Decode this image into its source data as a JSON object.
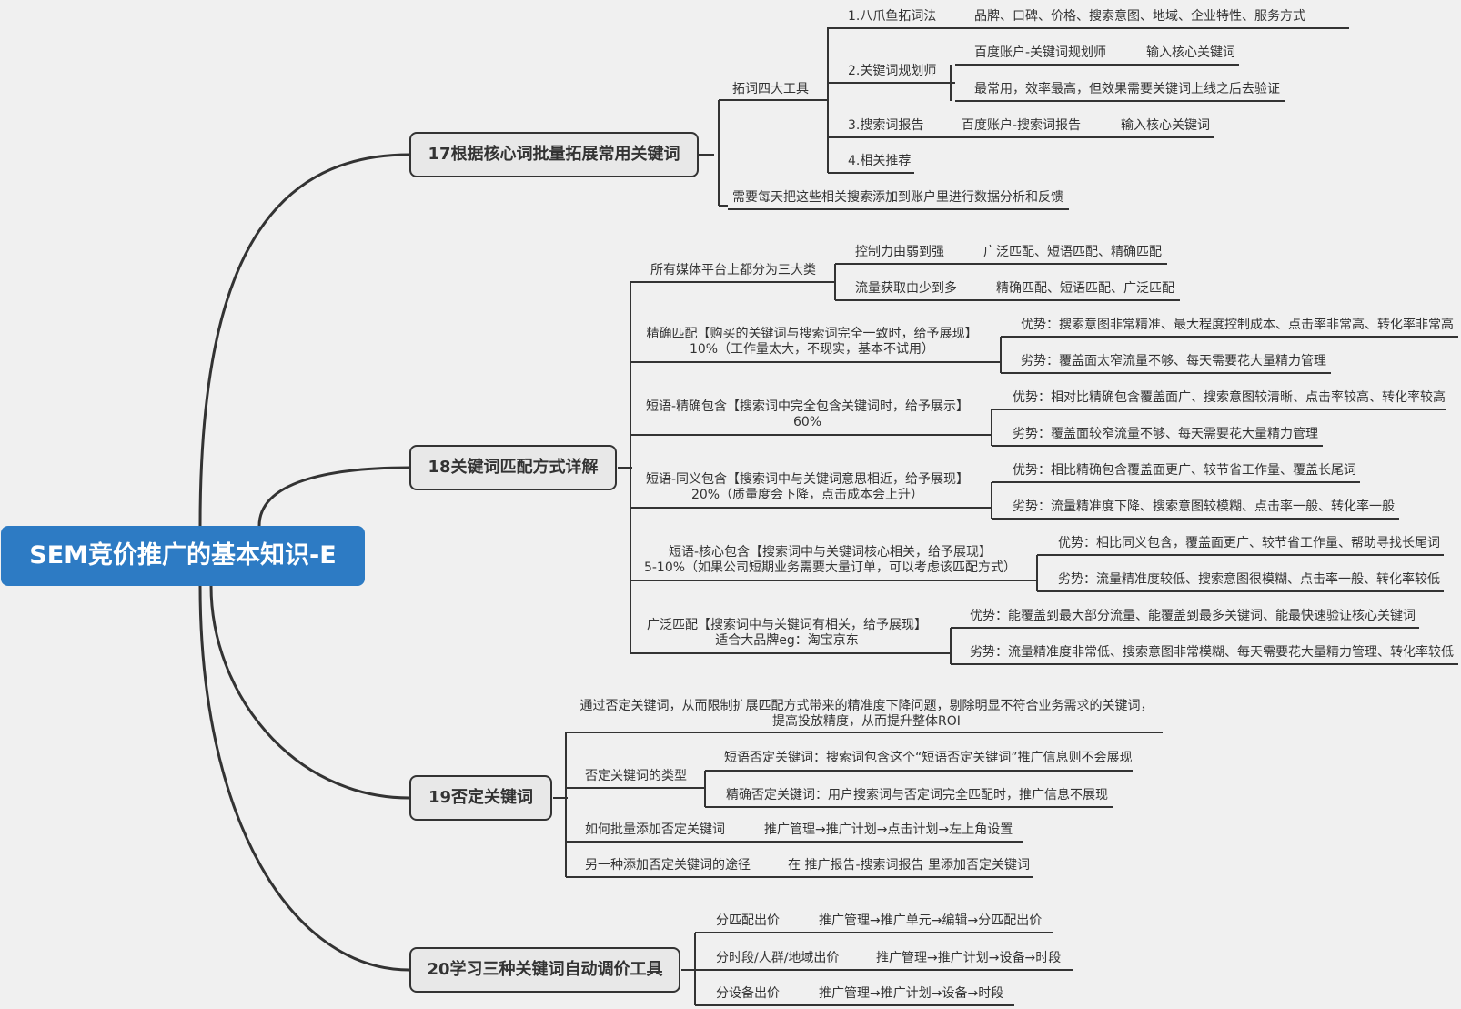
{
  "root": {
    "label": "SEM竞价推广的基本知识-E"
  },
  "branches": {
    "b17": {
      "label": "17根据核心词批量拓展常用关键词",
      "tools": "拓词四大工具",
      "t1": "1.八爪鱼拓词法",
      "t1_detail": "品牌、口碑、价格、搜索意图、地域、企业特性、服务方式",
      "t2": "2.关键词规划师",
      "t2_a": "百度账户-关键词规划师",
      "t2_a_detail": "输入核心关键词",
      "t2_b": "最常用，效率最高，但效果需要关键词上线之后去验证",
      "t3": "3.搜索词报告",
      "t3_a": "百度账户-搜索词报告",
      "t3_a_detail": "输入核心关键词",
      "t4": "4.相关推荐",
      "daily": "需要每天把这些相关搜索添加到账户里进行数据分析和反馈"
    },
    "b18": {
      "label": "18关键词匹配方式详解",
      "media": "所有媒体平台上都分为三大类",
      "control": "控制力由弱到强",
      "control_detail": "广泛匹配、短语匹配、精确匹配",
      "traffic": "流量获取由少到多",
      "traffic_detail": "精确匹配、短语匹配、广泛匹配",
      "exact_1": "精确匹配【购买的关键词与搜索词完全一致时，给予展现】",
      "exact_2": "10%（工作量太大，不现实，基本不试用）",
      "exact_pro": "优势：搜索意图非常精准、最大程度控制成本、点击率非常高、转化率非常高",
      "exact_con": "劣势：覆盖面太窄流量不够、每天需要花大量精力管理",
      "pe_1": "短语-精确包含【搜索词中完全包含关键词时，给予展示】",
      "pe_2": "60%",
      "pe_pro": "优势：相对比精确包含覆盖面广、搜索意图较清晰、点击率较高、转化率较高",
      "pe_con": "劣势：覆盖面较窄流量不够、每天需要花大量精力管理",
      "ps_1": "短语-同义包含【搜索词中与关键词意思相近，给予展现】",
      "ps_2": "20%（质量度会下降，点击成本会上升）",
      "ps_pro": "优势：相比精确包含覆盖面更广、较节省工作量、覆盖长尾词",
      "ps_con": "劣势：流量精准度下降、搜索意图较模糊、点击率一般、转化率一般",
      "pc_1": "短语-核心包含【搜索词中与关键词核心相关，给予展现】",
      "pc_2": "5-10%（如果公司短期业务需要大量订单，可以考虑该匹配方式）",
      "pc_pro": "优势：相比同义包含，覆盖面更广、较节省工作量、帮助寻找长尾词",
      "pc_con": "劣势：流量精准度较低、搜索意图很模糊、点击率一般、转化率较低",
      "broad_1": "广泛匹配【搜索词中与关键词有相关，给予展现】",
      "broad_2": "适合大品牌eg：淘宝京东",
      "broad_pro": "优势：能覆盖到最大部分流量、能覆盖到最多关键词、能最快速验证核心关键词",
      "broad_con": "劣势：流量精准度非常低、搜索意图非常模糊、每天需要花大量精力管理、转化率较低"
    },
    "b19": {
      "label": "19否定关键词",
      "intro_1": "通过否定关键词，从而限制扩展匹配方式带来的精准度下降问题，剔除明显不符合业务需求的关键词，",
      "intro_2": "提高投放精度，从而提升整体ROI",
      "types": "否定关键词的类型",
      "type_phrase": "短语否定关键词：搜索词包含这个“短语否定关键词”推广信息则不会展现",
      "type_exact": "精确否定关键词：用户搜索词与否定词完全匹配时，推广信息不展现",
      "batch": "如何批量添加否定关键词",
      "batch_path": "推广管理→推广计划→点击计划→左上角设置",
      "other": "另一种添加否定关键词的途径",
      "other_path": "在 推广报告-搜索词报告 里添加否定关键词"
    },
    "b20": {
      "label": "20学习三种关键词自动调价工具",
      "match_bid": "分匹配出价",
      "match_bid_path": "推广管理→推广单元→编辑→分匹配出价",
      "time_bid": "分时段/人群/地域出价",
      "time_bid_path": "推广管理→推广计划→设备→时段",
      "device_bid": "分设备出价",
      "device_bid_path": "推广管理→推广计划→设备→时段"
    }
  }
}
